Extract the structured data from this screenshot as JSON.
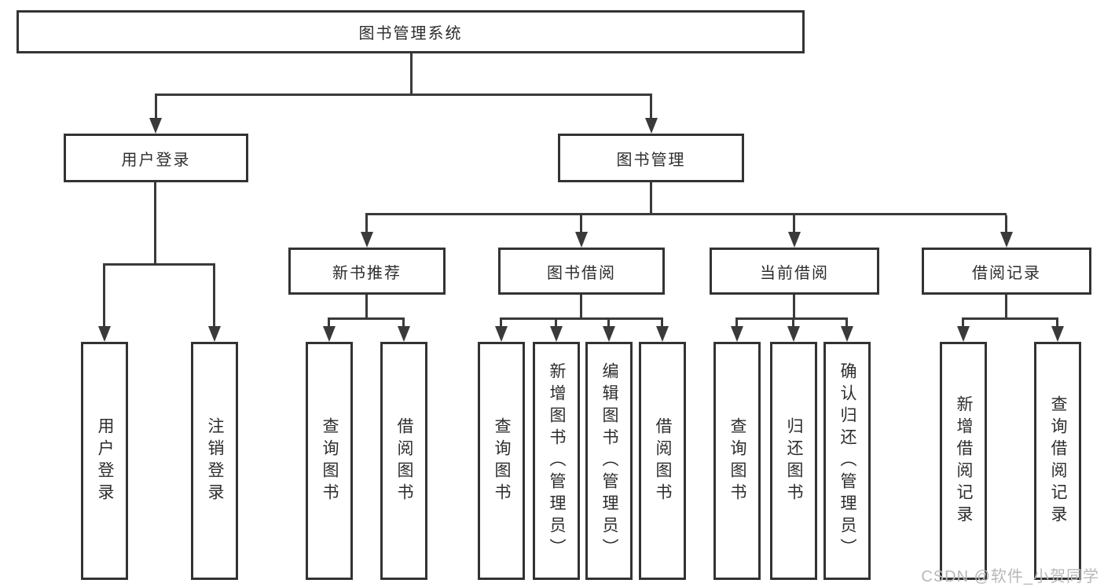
{
  "tree": {
    "label": "图书管理系统",
    "children": [
      {
        "label": "用户登录",
        "children": [
          {
            "label": "用户登录"
          },
          {
            "label": "注销登录"
          }
        ]
      },
      {
        "label": "图书管理",
        "children": [
          {
            "label": "新书推荐",
            "children": [
              {
                "label": "查询图书"
              },
              {
                "label": "借阅图书"
              }
            ]
          },
          {
            "label": "图书借阅",
            "children": [
              {
                "label": "查询图书"
              },
              {
                "label": "新增图书（管理员）"
              },
              {
                "label": "编辑图书（管理员）"
              },
              {
                "label": "借阅图书"
              }
            ]
          },
          {
            "label": "当前借阅",
            "children": [
              {
                "label": "查询图书"
              },
              {
                "label": "归还图书"
              },
              {
                "label": "确认归还（管理员）"
              }
            ]
          },
          {
            "label": "借阅记录",
            "children": [
              {
                "label": "新增借阅记录"
              },
              {
                "label": "查询借阅记录"
              }
            ]
          }
        ]
      }
    ]
  },
  "watermark": {
    "text": "CSDN @软件_小贺同学"
  },
  "colors": {
    "line": "#3a3a3a",
    "box_border": "#333333",
    "text": "#2d2d2d",
    "watermark": "#b8b8b8",
    "background": "#ffffff"
  }
}
